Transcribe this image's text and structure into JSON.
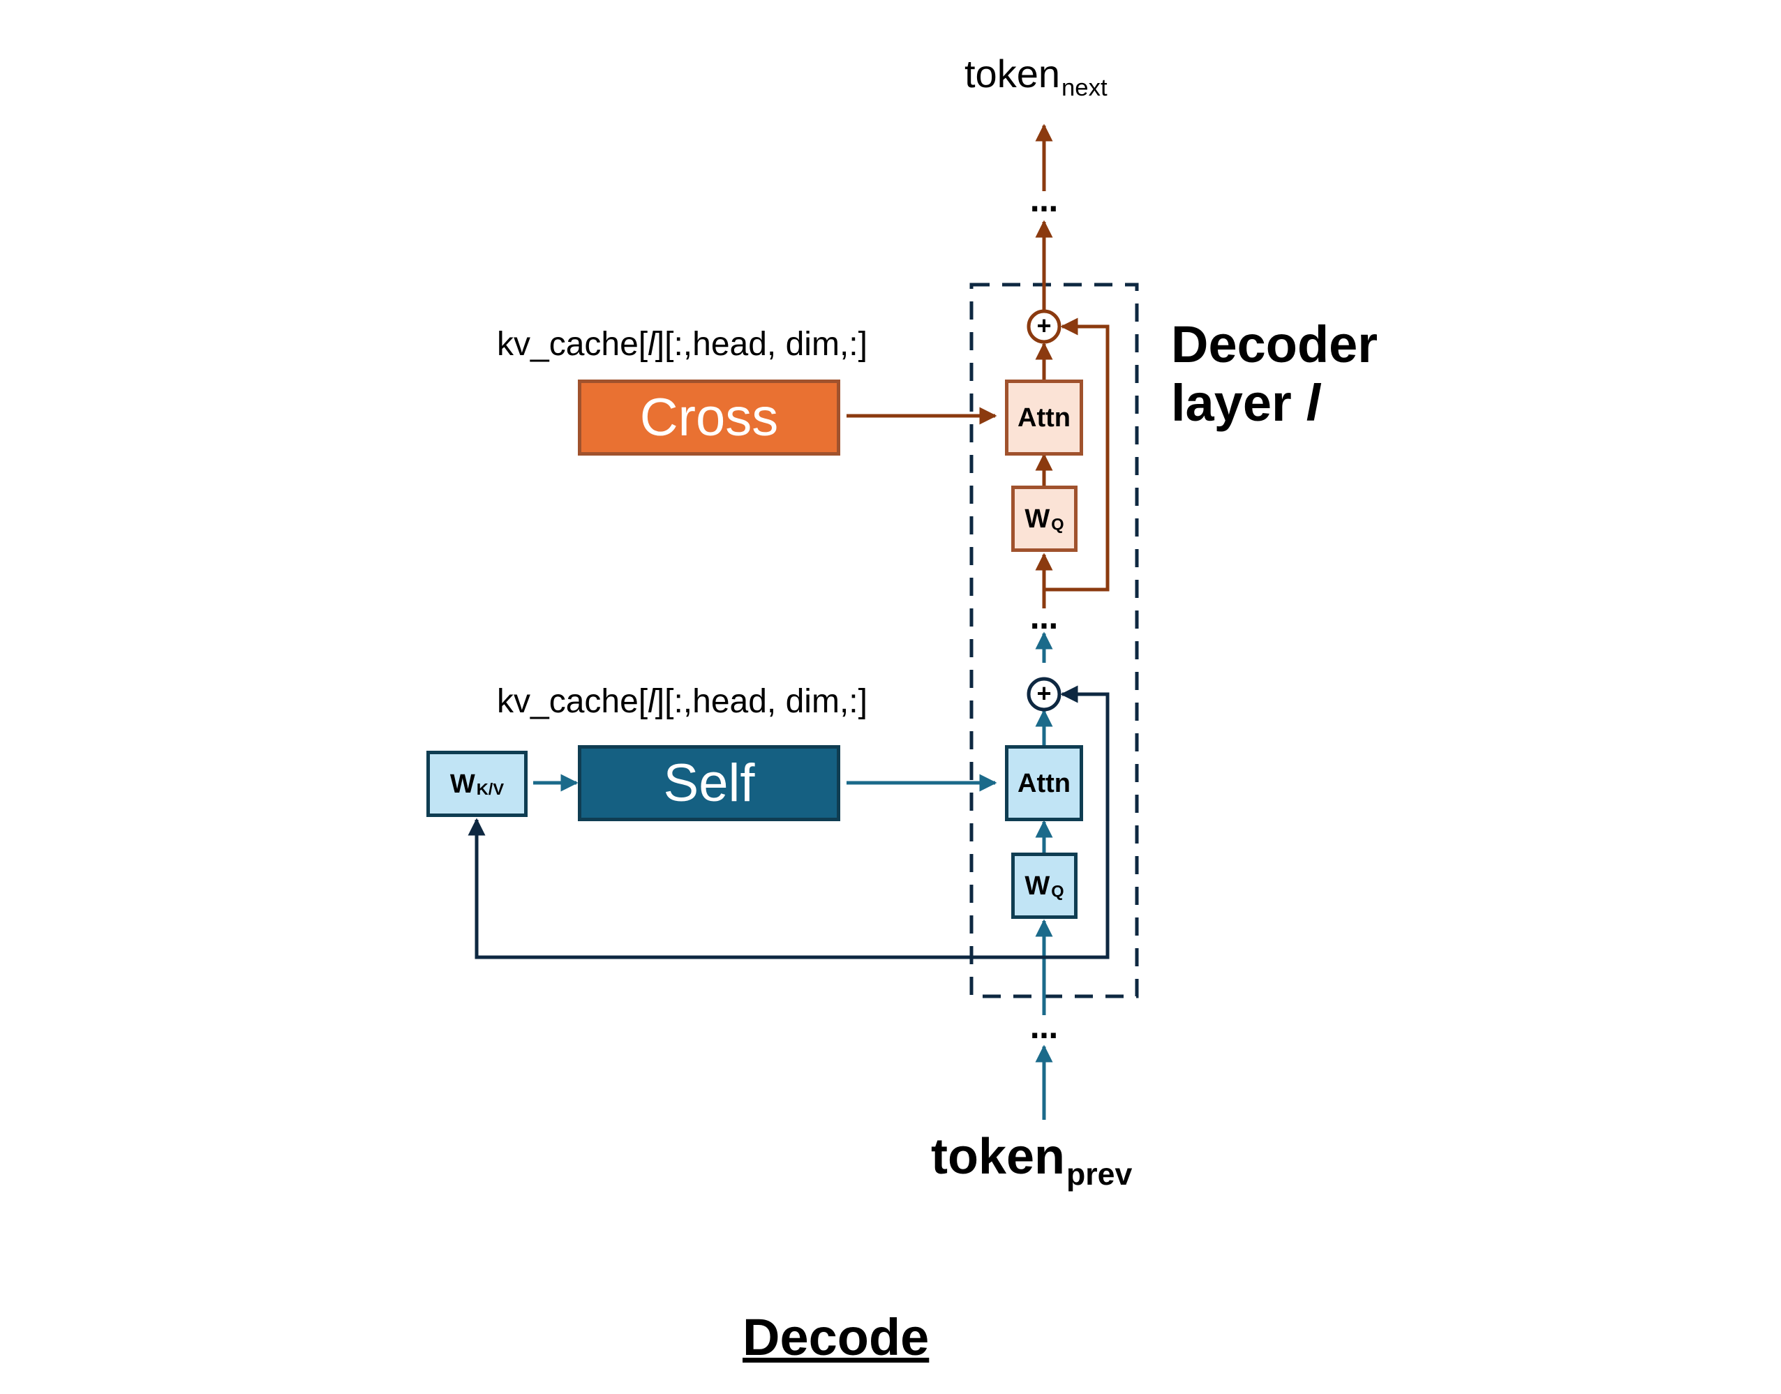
{
  "labels": {
    "token_next_main": "token",
    "token_next_sub": "next",
    "token_prev_main": "token",
    "token_prev_sub": "prev",
    "kv_cache_top_a": "kv_cache[",
    "kv_cache_top_l": "l",
    "kv_cache_top_b": "][:,head, dim,:]",
    "kv_cache_bottom_a": "kv_cache[",
    "kv_cache_bottom_l": "l",
    "kv_cache_bottom_b": "][:,head, dim,:]",
    "decoder_line1": "Decoder",
    "decoder_line2": "layer ",
    "decoder_l": "l",
    "caption": "Decode",
    "ellipsis": "…"
  },
  "blocks": {
    "cross": "Cross",
    "self": "Self",
    "attn_cross": "Attn",
    "attn_self": "Attn",
    "wq_main": "W",
    "wq_sub": "Q",
    "wkv_main": "W",
    "wkv_sub": "K/V",
    "plus": "+"
  },
  "colors": {
    "cross_fill": "#E97132",
    "cross_border": "#A0522D",
    "cross_light": "#FBE3D6",
    "cross_arrow": "#8B3A0F",
    "self_fill": "#156082",
    "self_border": "#0F3D52",
    "self_light": "#C1E4F5",
    "self_arrow": "#1B6A8A",
    "dark_line": "#0E2841"
  }
}
